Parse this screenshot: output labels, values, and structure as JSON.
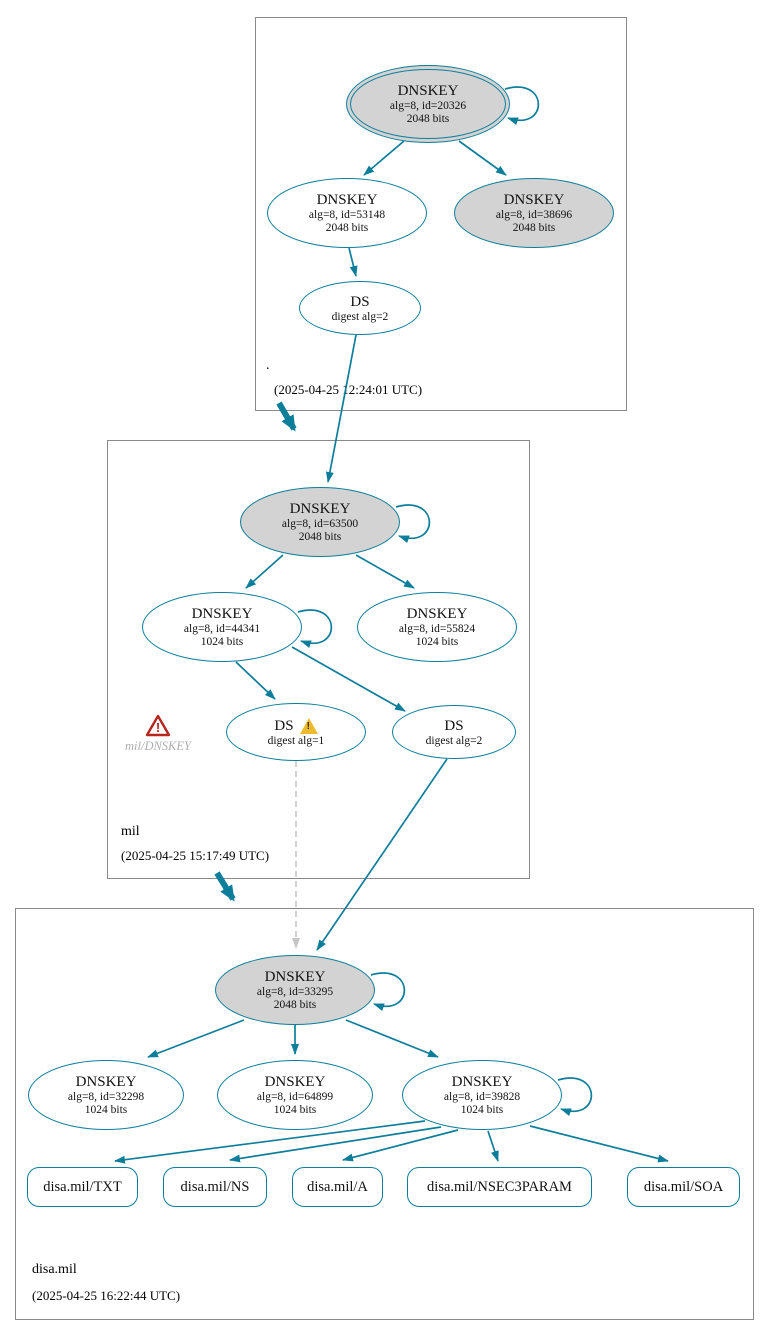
{
  "colors": {
    "accent": "#0d7e9a",
    "gray_fill": "#d3d3d3",
    "warning_fill": "#ecba2f",
    "error_color": "#b5271e",
    "dashed_gray": "#c6c6c6"
  },
  "zones": {
    "root": {
      "label": ".",
      "timestamp": "(2025-04-25 12:24:01 UTC)"
    },
    "mil": {
      "label": "mil",
      "timestamp": "(2025-04-25 15:17:49 UTC)"
    },
    "disa": {
      "label": "disa.mil",
      "timestamp": "(2025-04-25 16:22:44 UTC)"
    }
  },
  "nodes": {
    "root_ksk": {
      "title": "DNSKEY",
      "meta": "alg=8, id=20326",
      "bits": "2048 bits"
    },
    "root_zsk": {
      "title": "DNSKEY",
      "meta": "alg=8, id=53148",
      "bits": "2048 bits"
    },
    "root_key38696": {
      "title": "DNSKEY",
      "meta": "alg=8, id=38696",
      "bits": "2048 bits"
    },
    "root_ds": {
      "title": "DS",
      "meta": "digest alg=2"
    },
    "mil_ksk": {
      "title": "DNSKEY",
      "meta": "alg=8, id=63500",
      "bits": "2048 bits"
    },
    "mil_zsk": {
      "title": "DNSKEY",
      "meta": "alg=8, id=44341",
      "bits": "1024 bits"
    },
    "mil_key55824": {
      "title": "DNSKEY",
      "meta": "alg=8, id=55824",
      "bits": "1024 bits"
    },
    "mil_ds1": {
      "title": "DS",
      "meta": "digest alg=1"
    },
    "mil_ds2": {
      "title": "DS",
      "meta": "digest alg=2"
    },
    "mil_error": {
      "label": "mil/DNSKEY"
    },
    "disa_ksk": {
      "title": "DNSKEY",
      "meta": "alg=8, id=33295",
      "bits": "2048 bits"
    },
    "disa_key32298": {
      "title": "DNSKEY",
      "meta": "alg=8, id=32298",
      "bits": "1024 bits"
    },
    "disa_key64899": {
      "title": "DNSKEY",
      "meta": "alg=8, id=64899",
      "bits": "1024 bits"
    },
    "disa_key39828": {
      "title": "DNSKEY",
      "meta": "alg=8, id=39828",
      "bits": "1024 bits"
    }
  },
  "rrsets": [
    {
      "label": "disa.mil/TXT"
    },
    {
      "label": "disa.mil/NS"
    },
    {
      "label": "disa.mil/A"
    },
    {
      "label": "disa.mil/NSEC3PARAM"
    },
    {
      "label": "disa.mil/SOA"
    }
  ]
}
